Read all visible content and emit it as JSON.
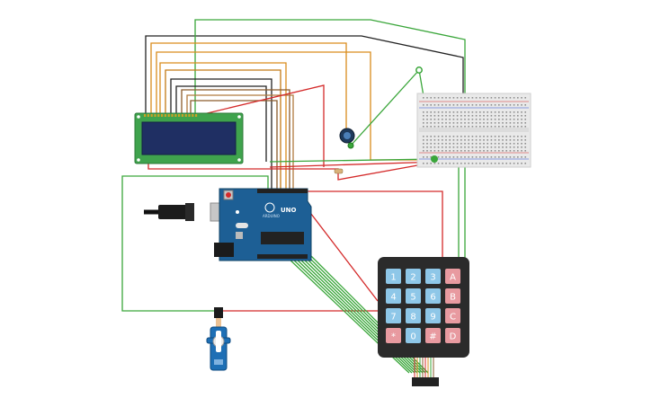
{
  "arduino": {
    "brand": "UNO",
    "sub": "ARDUINO"
  },
  "keypad": {
    "keys": [
      "1",
      "2",
      "3",
      "A",
      "4",
      "5",
      "6",
      "B",
      "7",
      "8",
      "9",
      "C",
      "*",
      "0",
      "#",
      "D"
    ],
    "colors": {
      "digit": "#8ec7e8",
      "letter": "#e89aa0",
      "body": "#2b2b2b"
    }
  },
  "colors": {
    "lcd_board": "#3fa34d",
    "lcd_screen": "#1f2f63",
    "arduino": "#1d5f95",
    "wire_red": "#d42a2a",
    "wire_green": "#3aa63a",
    "wire_black": "#222222",
    "wire_orange": "#d98c1c",
    "wire_brown": "#8a5a2b"
  }
}
